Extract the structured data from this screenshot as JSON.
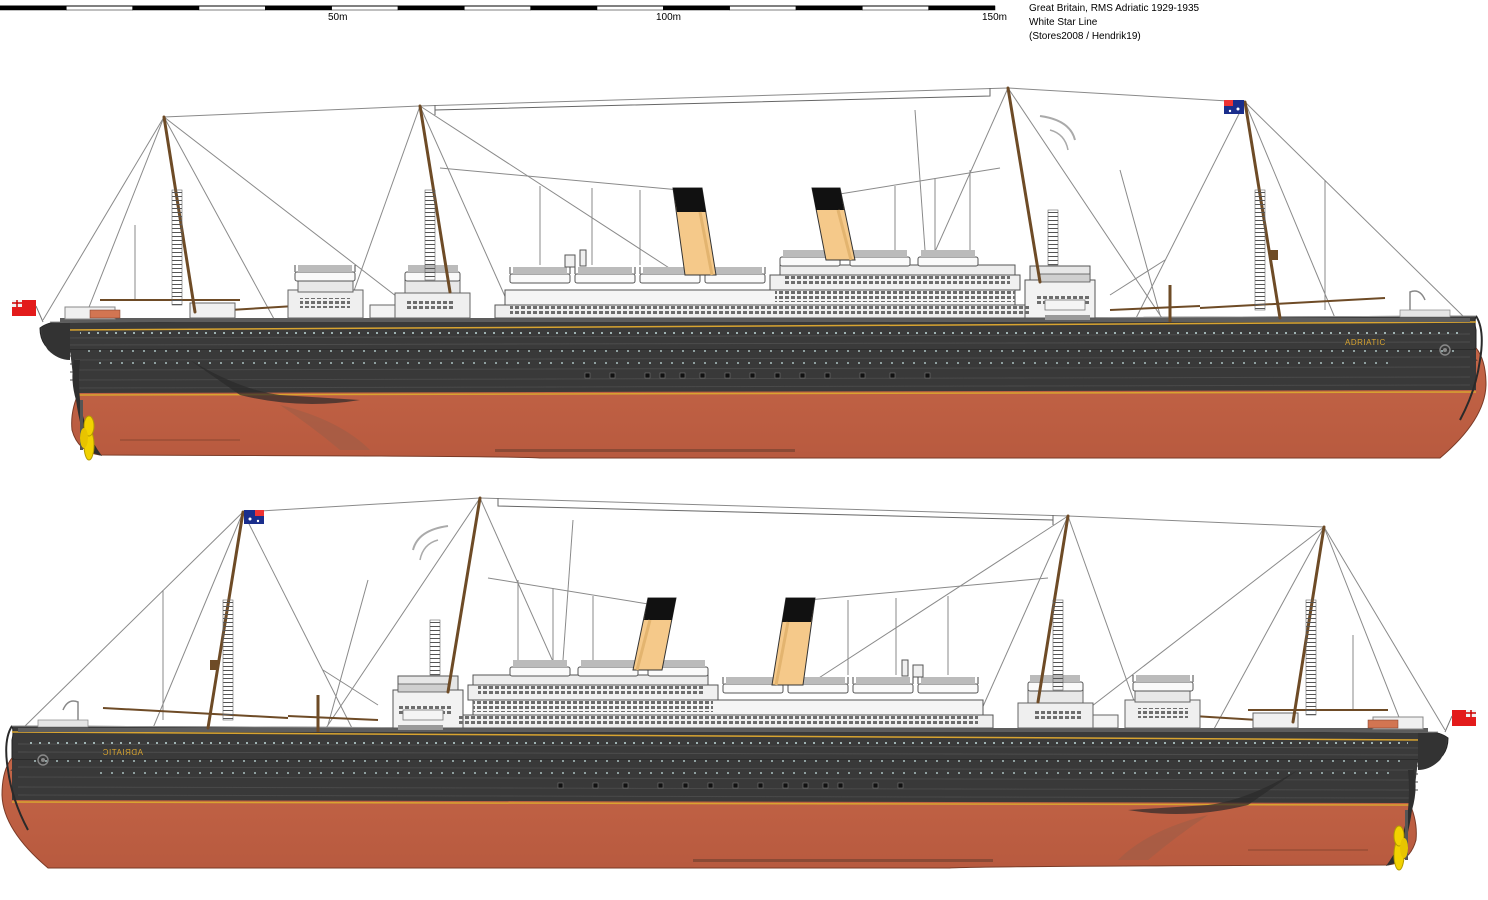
{
  "scale_bar": {
    "unit_ticks": [
      "50m",
      "100m",
      "150m"
    ]
  },
  "info": {
    "line1": "Great Britain, RMS Adriatic 1929-1935",
    "line2": "White Star Line",
    "line3": "(Stores2008 / Hendrik19)"
  },
  "ships": [
    {
      "view": "starboard",
      "hull_name": "ADRIATIC",
      "funnel_count": 2,
      "mast_count": 4
    },
    {
      "view": "port",
      "hull_name": "ADRIATIC",
      "funnel_count": 2,
      "mast_count": 4
    }
  ],
  "colors": {
    "hull_black": "#3b3b3b",
    "boot_red": "#c86a4c",
    "boot_red_dark": "#a54e35",
    "funnel_buff": "#f5c98a",
    "funnel_top": "#111111",
    "gold_stripe": "#d8a430",
    "superstructure": "#f2f2f2",
    "mast": "#7a5a2e",
    "propeller": "#f2d200",
    "red_ensign": "#e31b1b",
    "blue_ensign": "#1a2e8c"
  }
}
